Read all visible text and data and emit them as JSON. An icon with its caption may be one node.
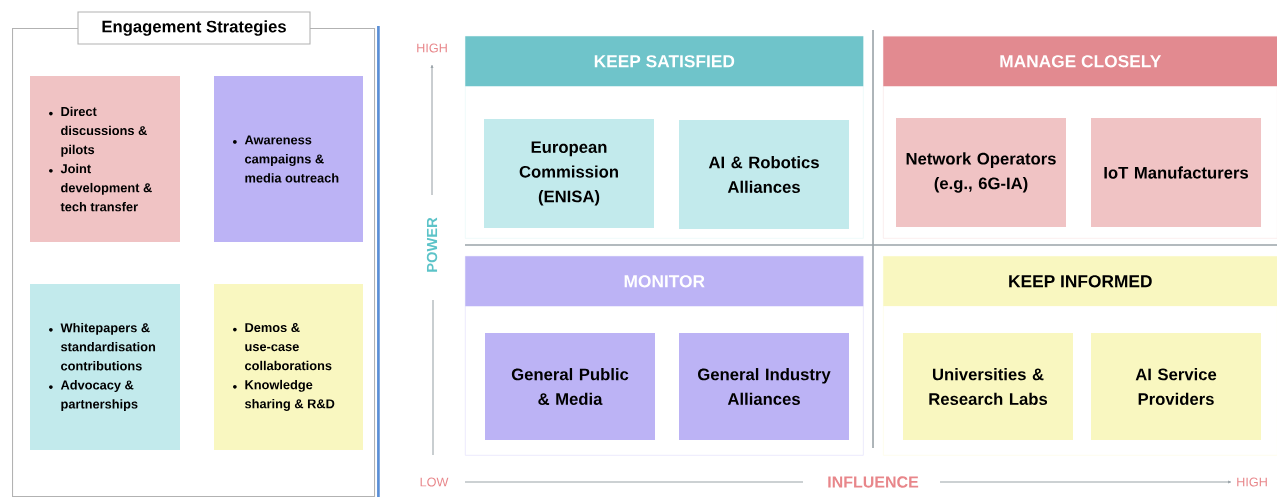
{
  "diagram": {
    "nodes": [
      {
        "text": [
          "Engagement Strategies"
        ]
      },
      {
        "text": [
          "Direct discussions & pilots",
          "Joint development & tech transfer"
        ],
        "in": 0
      },
      {
        "text": [
          "Awareness campaigns & media outreach"
        ],
        "in": 0
      },
      {
        "text": [
          "Whitepapers & standardisation contributions",
          "Advocacy & partnerships"
        ],
        "in": 0
      },
      {
        "text": [
          "Demos & use-case collaborations",
          "Knowledge sharing & R&D"
        ],
        "in": 0
      },
      {
        "text": [
          "KEEP SATISFIED"
        ]
      },
      {
        "text": [
          "European Commission (ENISA)"
        ],
        "in": 5
      },
      {
        "text": [
          "AI & Robotics Alliances"
        ],
        "in": 5
      },
      {
        "text": [
          "MANAGE CLOSELY"
        ]
      },
      {
        "text": [
          "Network Operators (e.g., 6G-IA)"
        ],
        "in": 8
      },
      {
        "text": [
          "IoT Manufacturers"
        ],
        "in": 8
      },
      {
        "text": [
          "MONITOR"
        ]
      },
      {
        "text": [
          "General Public & Media"
        ],
        "in": 11
      },
      {
        "text": [
          "General Industry Alliances"
        ],
        "in": 11
      },
      {
        "text": [
          "KEEP INFORMED"
        ]
      },
      {
        "text": [
          "Universities & Research Labs"
        ],
        "in": 14
      },
      {
        "text": [
          "AI Service Providers"
        ],
        "in": 14
      }
    ],
    "labels": [
      "HIGH",
      "POWER",
      "LOW",
      "INFLUENCE",
      "HIGH"
    ]
  }
}
